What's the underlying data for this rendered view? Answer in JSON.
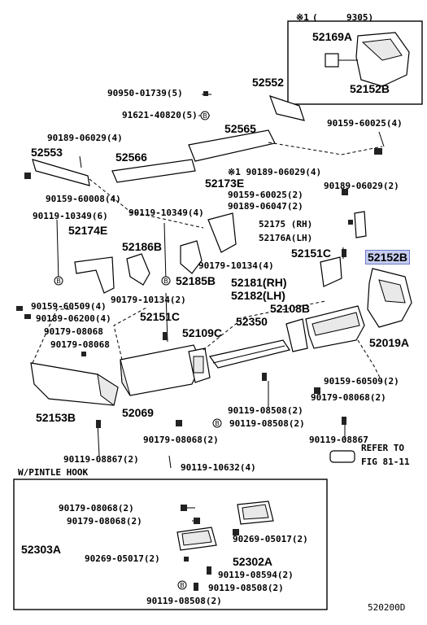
{
  "inset_top": {
    "note_symbol": "※1",
    "note_date": "9305)",
    "note_paren": "(",
    "parts": [
      "52169A",
      "52152B"
    ]
  },
  "labels": {
    "p90950": "90950-01739(5)",
    "p91621": "91621-40820(5)",
    "p52552": "52552",
    "p90159_25": "90159-60025(4)",
    "p90189_4": "90189-06029(4)",
    "p52565": "52565",
    "p52553": "52553",
    "p52566": "52566",
    "p90189_note": "※1 90189-06029(4)",
    "p90159_08": "90159-60008(4)",
    "p52173e": "52173E",
    "p90159_2": "90159-60025(2)",
    "p90189_2": "90189-06029(2)",
    "p90119_6": "90119-10349(6)",
    "p90119_4": "90119-10349(4)",
    "p90189_047": "90189-06047(2)",
    "p52174e": "52174E",
    "p52175": "52175 (RH)",
    "p52176a": "52176A(LH)",
    "p52186b": "52186B",
    "p52152b_main": "52152B",
    "p52151c_r": "52151C",
    "p90179_134_4": "90179-10134(4)",
    "p52185b": "52185B",
    "p52181": "52181(RH)",
    "p52182": "52182(LH)",
    "p90179_134_2": "90179-10134(2)",
    "p90159_509_4": "90159-60509(4)",
    "p90189_062": "90189-06200(4)",
    "p52108b": "52108B",
    "p52151c_l": "52151C",
    "p90179_068_top": "90179-08068",
    "p52109c": "52109C",
    "p52350": "52350",
    "p52019a": "52019A",
    "p90179_068_mid": "90179-08068",
    "p90159_509_2": "90159-60509(2)",
    "p90179_068_r2": "90179-08068(2)",
    "p52153b": "52153B",
    "p52069": "52069",
    "p90119_085_2": "90119-08508(2)",
    "p90119_085_2b": "90119-08508(2)",
    "p90179_068_b2": "90179-08068(2)",
    "p90119_088_2": "90119-08867(2)",
    "p90119_088": "90119-08867",
    "p90119_106": "90119-10632(4)",
    "p_refer1": "REFER TO",
    "p_refer2": "FIG 81-11"
  },
  "inset_bottom": {
    "title": "W/PINTLE HOOK",
    "p90179_a": "90179-08068(2)",
    "p90179_b": "90179-08068(2)",
    "p90269_a": "90269-05017(2)",
    "p52303a": "52303A",
    "p90269_b": "90269-05017(2)",
    "p52302a": "52302A",
    "p90119_594": "90119-08594(2)",
    "p90119_508a": "90119-08508(2)",
    "p90119_508b": "90119-08508(2)"
  },
  "footer": {
    "code": "520200D"
  },
  "highlight_color": "#c6cdf0",
  "bolt_symbol": "B"
}
